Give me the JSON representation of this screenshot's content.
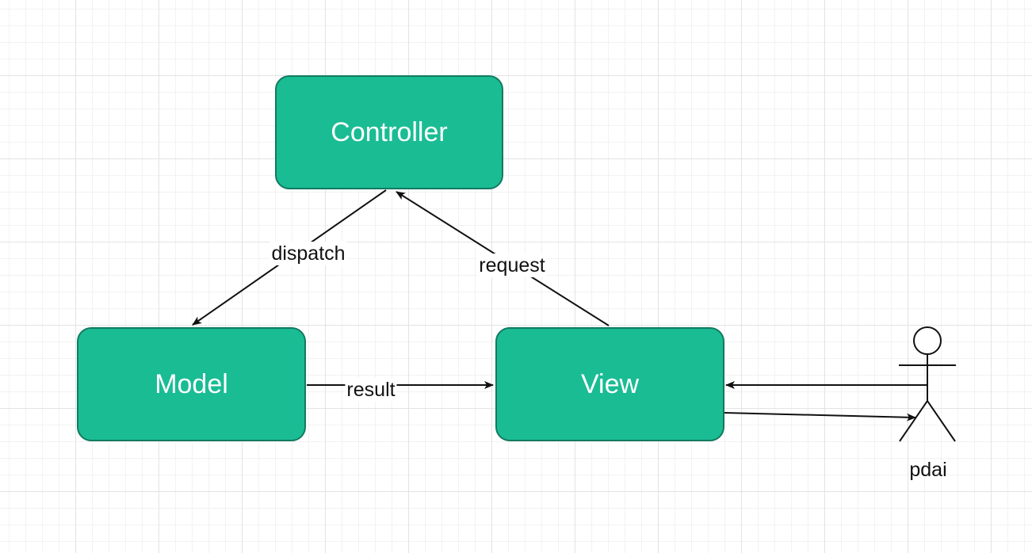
{
  "colors": {
    "node_fill": "#1abc94",
    "node_border": "#127a60",
    "edge": "#111111",
    "node_text": "#ffffff"
  },
  "nodes": {
    "controller": "Controller",
    "model": "Model",
    "view": "View"
  },
  "edges": {
    "dispatch": "dispatch",
    "request": "request",
    "result": "result"
  },
  "actor": {
    "label": "pdai",
    "icon": "stick-figure-actor-icon"
  }
}
